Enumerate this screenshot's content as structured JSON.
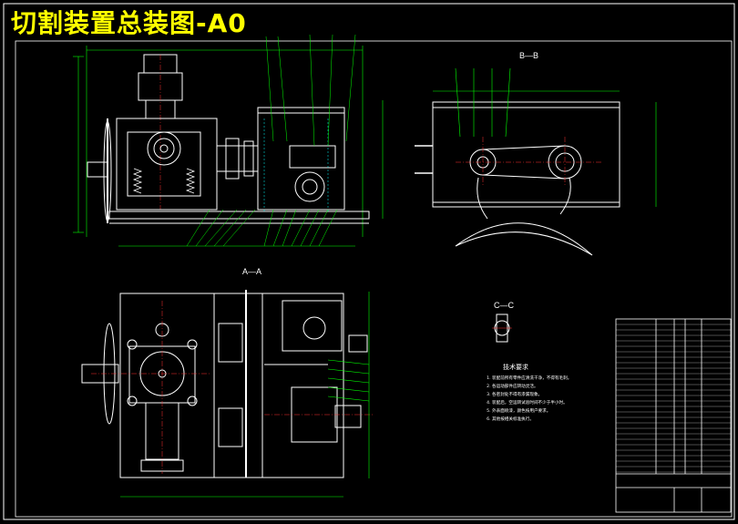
{
  "title": "切割装置总装图-A0",
  "view_labels": {
    "section_bb": "B—B",
    "section_aa": "A—A",
    "section_cc": "C—C"
  },
  "technical_notes": {
    "heading": "技术要求",
    "items": [
      "装配前所有零件应清洗干净，不得有毛刺。",
      "各运动部件应转动灵活。",
      "各密封处不得有渗漏现象。",
      "装配后，空运转试验时间不少于半小时。",
      "外表面喷漆，颜色按用户要求。",
      "其他按相关标准执行。"
    ]
  },
  "colors": {
    "background": "#000000",
    "outline": "#ffffff",
    "title": "#ffff00",
    "centerline": "#ff3030",
    "dimension": "#00ff00",
    "hidden": "#00ffff"
  }
}
